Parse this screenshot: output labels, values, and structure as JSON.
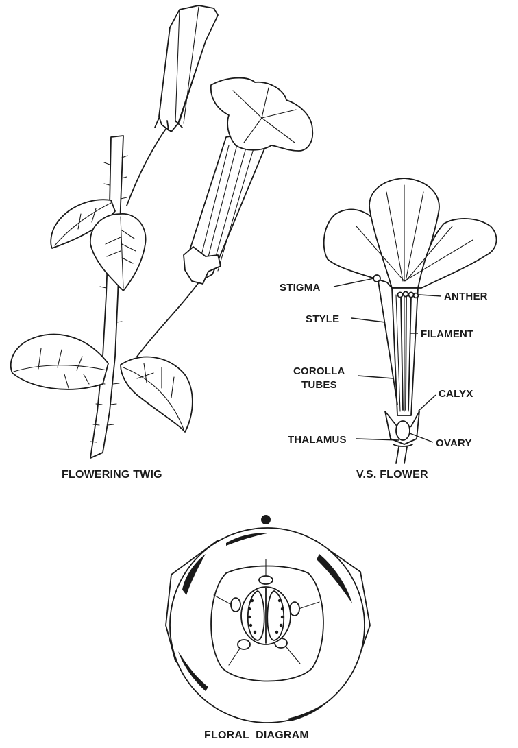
{
  "panels": {
    "twig": {
      "caption": "FLOWERING TWIG"
    },
    "vs_flower": {
      "caption": "V.S. FLOWER",
      "labels": {
        "stigma": "STIGMA",
        "style": "STYLE",
        "corolla_line1": "COROLLA",
        "corolla_line2": "TUBES",
        "thalamus": "THALAMUS",
        "anther": "ANTHER",
        "filament": "FILAMENT",
        "calyx": "CALYX",
        "ovary": "OVARY"
      }
    },
    "floral_diagram": {
      "caption": "FLORAL  DIAGRAM"
    }
  }
}
